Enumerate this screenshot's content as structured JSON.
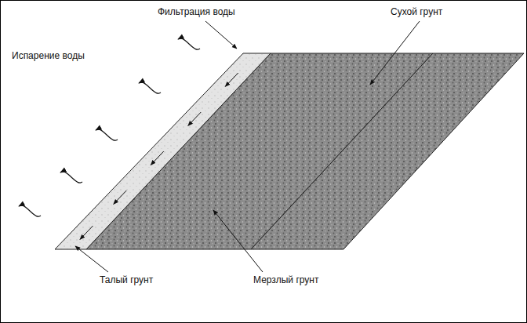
{
  "diagram": {
    "labels": [
      "Фильтрация воды",
      "Сухой грунт",
      "Испарение воды",
      "Талый грунт",
      "Мерзлый грунт"
    ]
  }
}
